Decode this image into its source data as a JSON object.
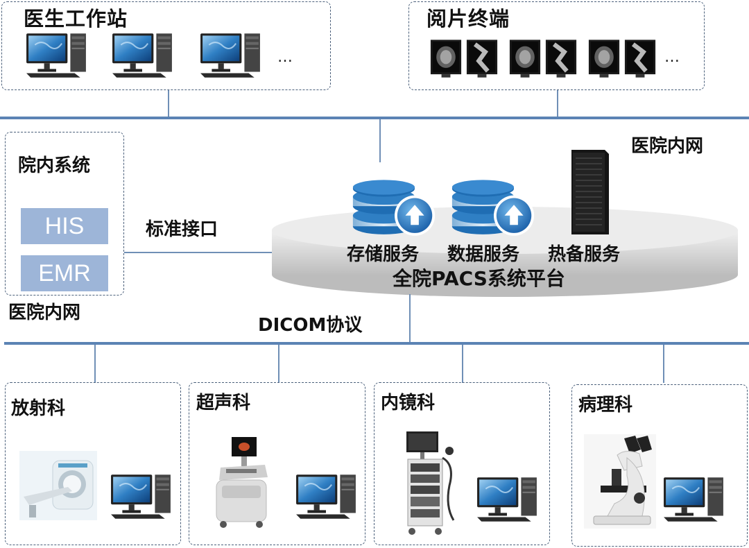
{
  "top": {
    "doctor_station": {
      "title": "医生工作站",
      "more": "…"
    },
    "viewer_terminal": {
      "title": "阅片终端",
      "more": "…"
    }
  },
  "network": {
    "intranet_right": "医院内网",
    "intranet_left": "医院内网",
    "standard_interface": "标准接口",
    "dicom_protocol": "DICOM协议"
  },
  "hospital_systems": {
    "title": "院内系统",
    "items": [
      "HIS",
      "EMR"
    ]
  },
  "platform": {
    "title": "全院PACS系统平台",
    "services": [
      "存储服务",
      "数据服务",
      "热备服务"
    ]
  },
  "departments": [
    {
      "name": "放射科"
    },
    {
      "name": "超声科"
    },
    {
      "name": "内镜科"
    },
    {
      "name": "病理科"
    }
  ],
  "colors": {
    "line": "#5b83b4",
    "dash_border": "#4a5f7a",
    "system_button": "#9db5d8",
    "db_blue": "#2f7fc4",
    "platform_gray": "#d9d9d9"
  }
}
